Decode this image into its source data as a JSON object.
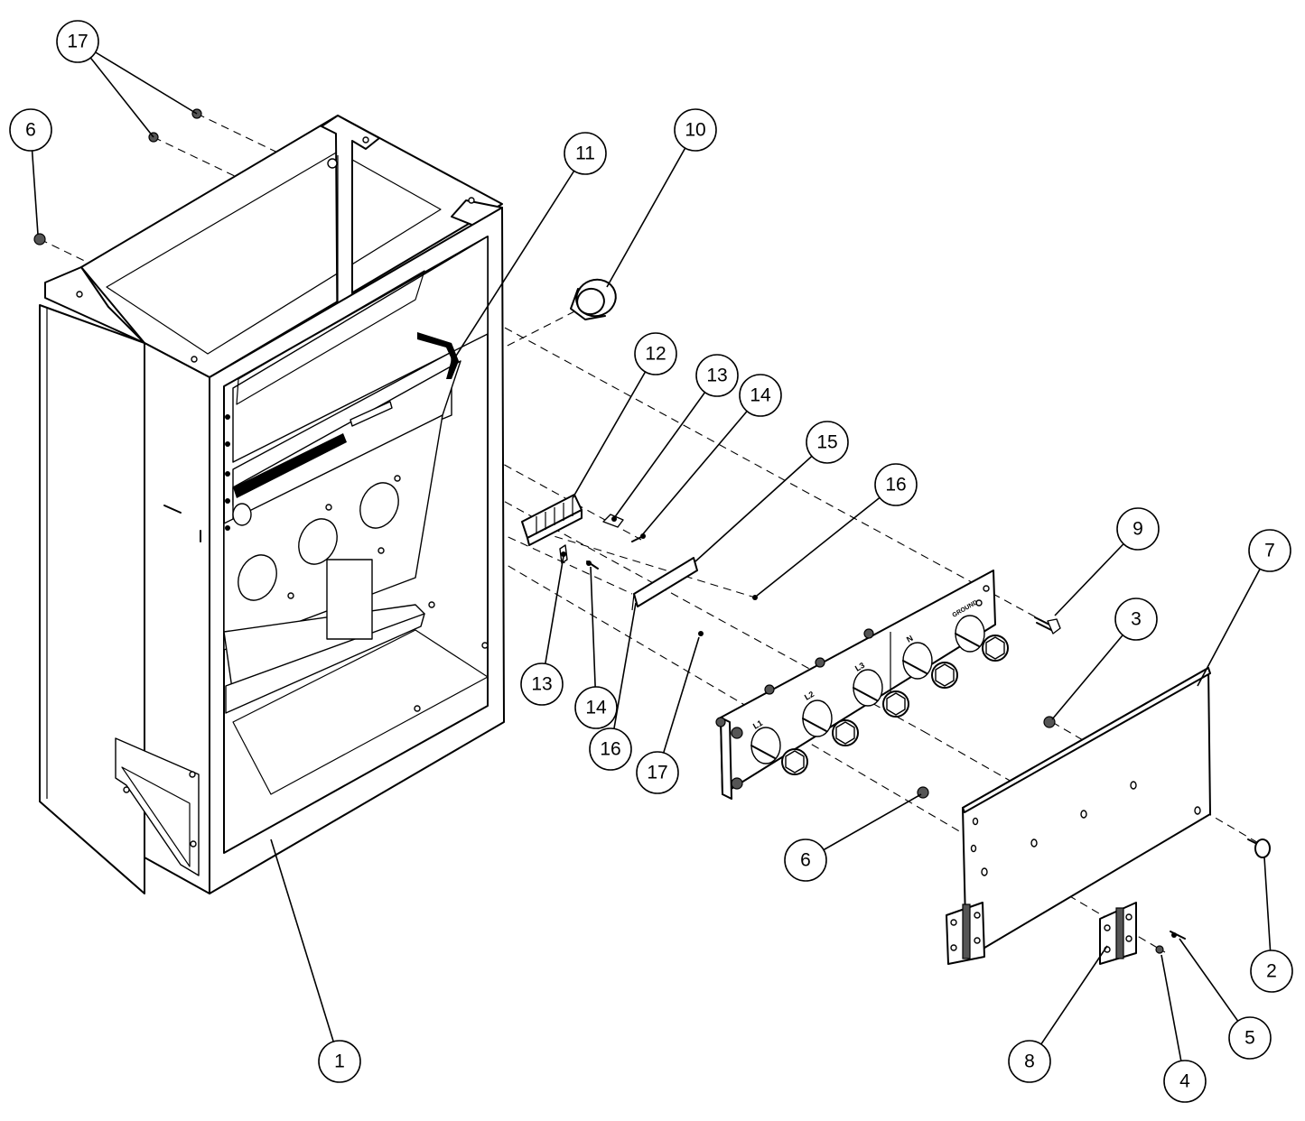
{
  "callouts": [
    {
      "id": "c1",
      "number": "1"
    },
    {
      "id": "c2",
      "number": "2"
    },
    {
      "id": "c3",
      "number": "3"
    },
    {
      "id": "c4",
      "number": "4"
    },
    {
      "id": "c5",
      "number": "5"
    },
    {
      "id": "c6a",
      "number": "6"
    },
    {
      "id": "c6b",
      "number": "6"
    },
    {
      "id": "c7",
      "number": "7"
    },
    {
      "id": "c8",
      "number": "8"
    },
    {
      "id": "c9",
      "number": "9"
    },
    {
      "id": "c10",
      "number": "10"
    },
    {
      "id": "c11",
      "number": "11"
    },
    {
      "id": "c12",
      "number": "12"
    },
    {
      "id": "c13a",
      "number": "13"
    },
    {
      "id": "c13b",
      "number": "13"
    },
    {
      "id": "c14a",
      "number": "14"
    },
    {
      "id": "c14b",
      "number": "14"
    },
    {
      "id": "c15",
      "number": "15"
    },
    {
      "id": "c16a",
      "number": "16"
    },
    {
      "id": "c16b",
      "number": "16"
    },
    {
      "id": "c17a",
      "number": "17"
    },
    {
      "id": "c17b",
      "number": "17"
    }
  ],
  "panel_labels": {
    "l1": "L1",
    "l2": "L2",
    "l3": "L3",
    "n": "N",
    "ground": "GROUND"
  }
}
